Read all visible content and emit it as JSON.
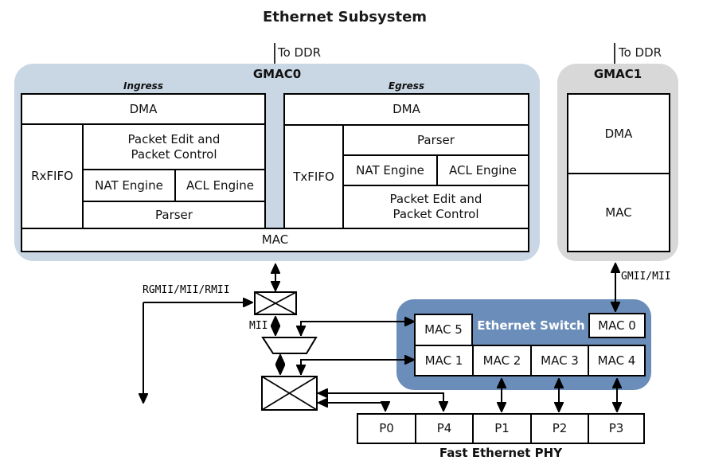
{
  "title": "Ethernet Subsystem",
  "colors": {
    "gmac0_bg": "#c9d6e4",
    "gmac1_bg": "#d8d8d8",
    "switch_bg": "#6b8db9",
    "line": "#000000",
    "box_bg": "#ffffff"
  },
  "labels": {
    "to_ddr": "To DDR",
    "rgmii": "RGMII/MII/RMII",
    "mii": "MII",
    "gmii_mii": "GMII/MII"
  },
  "gmac0": {
    "name": "GMAC0",
    "ingress": {
      "label": "Ingress",
      "dma": "DMA",
      "fifo": "RxFIFO",
      "packet_edit": "Packet Edit and\nPacket Control",
      "nat": "NAT Engine",
      "acl": "ACL Engine",
      "parser": "Parser"
    },
    "egress": {
      "label": "Egress",
      "dma": "DMA",
      "fifo": "TxFIFO",
      "parser": "Parser",
      "nat": "NAT Engine",
      "acl": "ACL Engine",
      "packet_edit": "Packet Edit and\nPacket Control"
    },
    "mac": "MAC"
  },
  "gmac1": {
    "name": "GMAC1",
    "dma": "DMA",
    "mac": "MAC"
  },
  "eth_switch": {
    "name": "Ethernet Switch",
    "mac5": "MAC 5",
    "mac0": "MAC 0",
    "macs": [
      "MAC 1",
      "MAC 2",
      "MAC 3",
      "MAC 4"
    ]
  },
  "phy": {
    "name": "Fast Ethernet PHY",
    "ports": [
      "P0",
      "P4",
      "P1",
      "P2",
      "P3"
    ]
  }
}
